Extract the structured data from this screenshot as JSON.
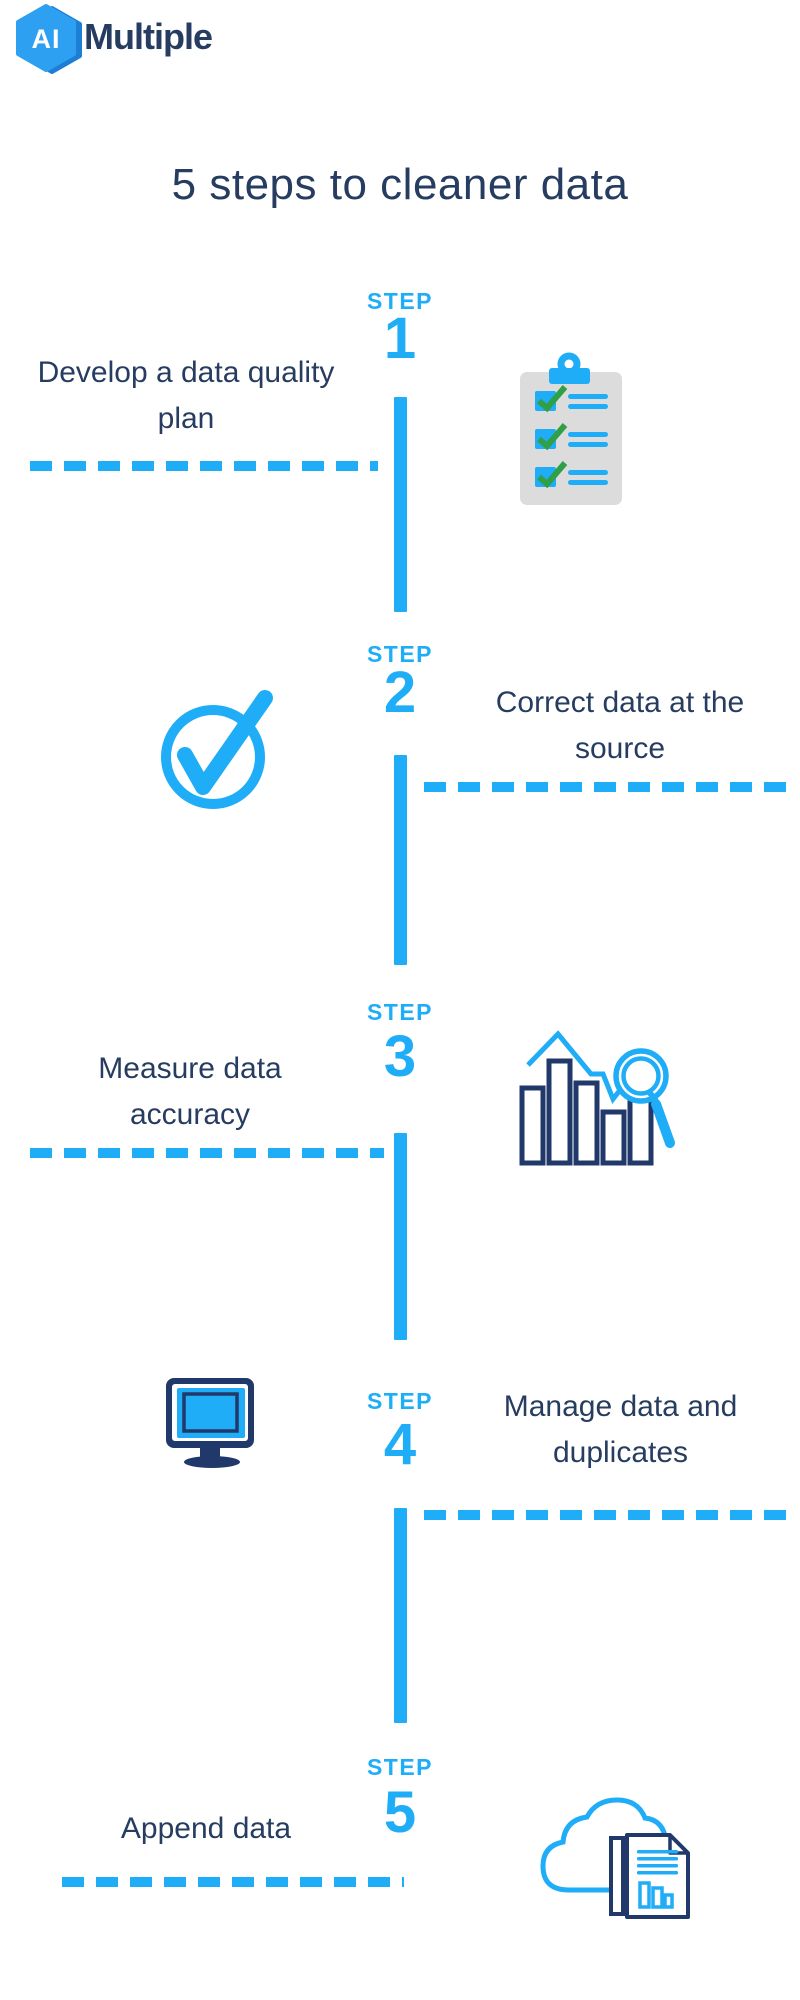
{
  "logo": {
    "hexagon_text": "AI",
    "brand_text": "Multiple"
  },
  "title": "5 steps to cleaner data",
  "colors": {
    "accent_blue": "#1FADF7",
    "navy_text": "#263C60",
    "icon_navy": "#21386B",
    "logo_hex_blue": "#2DA0F2",
    "logo_hex_shadow": "#1D7ED6",
    "clipboard_gray": "#DCDCDC",
    "check_green": "#2FA048",
    "background": "#FFFFFF"
  },
  "steps": [
    {
      "label": "STEP",
      "number": "1",
      "text": "Develop a data quality plan",
      "side": "left",
      "icon": "clipboard-checklist-icon"
    },
    {
      "label": "STEP",
      "number": "2",
      "text": "Correct data at the source",
      "side": "right",
      "icon": "check-circle-icon"
    },
    {
      "label": "STEP",
      "number": "3",
      "text": "Measure data accuracy",
      "side": "left",
      "icon": "bar-chart-magnifier-icon"
    },
    {
      "label": "STEP",
      "number": "4",
      "text": "Manage data and duplicates",
      "side": "right",
      "icon": "monitor-icon"
    },
    {
      "label": "STEP",
      "number": "5",
      "text": "Append data",
      "side": "left",
      "icon": "cloud-document-icon"
    }
  ]
}
